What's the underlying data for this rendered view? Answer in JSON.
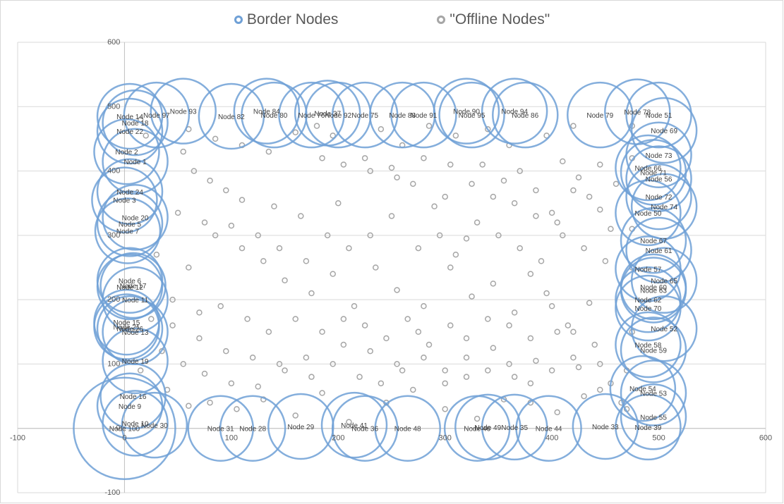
{
  "chart_data": {
    "type": "scatter",
    "xlim": [
      -100,
      600
    ],
    "ylim": [
      -100,
      600
    ],
    "x_ticks": [
      -100,
      0,
      100,
      200,
      300,
      400,
      500,
      600
    ],
    "y_ticks": [
      -100,
      0,
      100,
      200,
      300,
      400,
      500,
      600
    ],
    "grid": "horizontal",
    "legend_position": "top",
    "series": [
      {
        "name": "Border Nodes",
        "color": "#6fa0d6",
        "marker": "large-circle",
        "points": [
          {
            "label": "Node 1",
            "x": 10,
            "y": 415
          },
          {
            "label": "Node 2",
            "x": 2,
            "y": 430
          },
          {
            "label": "Node 3",
            "x": 0,
            "y": 355
          },
          {
            "label": "Node 5",
            "x": 5,
            "y": 318
          },
          {
            "label": "Node 6",
            "x": 5,
            "y": 230
          },
          {
            "label": "Node 7",
            "x": 3,
            "y": 307
          },
          {
            "label": "Node 9",
            "x": 5,
            "y": 35
          },
          {
            "label": "Node 10",
            "x": 10,
            "y": 8
          },
          {
            "label": "Node 11",
            "x": 10,
            "y": 200
          },
          {
            "label": "Node 12",
            "x": 5,
            "y": 220
          },
          {
            "label": "Node 13",
            "x": 10,
            "y": 150
          },
          {
            "label": "Node 14",
            "x": 5,
            "y": 485
          },
          {
            "label": "Node 15",
            "x": 2,
            "y": 165
          },
          {
            "label": "Node 16",
            "x": 8,
            "y": 50
          },
          {
            "label": "Node 17",
            "x": 8,
            "y": 222
          },
          {
            "label": "Node 18",
            "x": 10,
            "y": 475
          },
          {
            "label": "Node 19",
            "x": 10,
            "y": 105
          },
          {
            "label": "Node 20",
            "x": 10,
            "y": 328
          },
          {
            "label": "Node 21",
            "x": 2,
            "y": 158
          },
          {
            "label": "Node 22",
            "x": 5,
            "y": 462
          },
          {
            "label": "Node 24",
            "x": 5,
            "y": 368
          },
          {
            "label": "Node 26",
            "x": 5,
            "y": 155
          },
          {
            "label": "Node 28",
            "x": 120,
            "y": 0
          },
          {
            "label": "Node 29",
            "x": 165,
            "y": 3
          },
          {
            "label": "Node 30",
            "x": 28,
            "y": 5
          },
          {
            "label": "Node 31",
            "x": 90,
            "y": 0
          },
          {
            "label": "Node 33",
            "x": 450,
            "y": 3
          },
          {
            "label": "Node 35",
            "x": 365,
            "y": 2
          },
          {
            "label": "Node 36",
            "x": 225,
            "y": 0
          },
          {
            "label": "Node 37",
            "x": 190,
            "y": 490
          },
          {
            "label": "Node 39",
            "x": 490,
            "y": 2
          },
          {
            "label": "Node 41",
            "x": 215,
            "y": 5
          },
          {
            "label": "Node 44",
            "x": 397,
            "y": 0
          },
          {
            "label": "Node 46",
            "x": 330,
            "y": 0
          },
          {
            "label": "Node 48",
            "x": 265,
            "y": 0
          },
          {
            "label": "Node 49",
            "x": 340,
            "y": 2
          },
          {
            "label": "Node 50",
            "x": 490,
            "y": 335
          },
          {
            "label": "Node 51",
            "x": 500,
            "y": 487
          },
          {
            "label": "Node 52",
            "x": 505,
            "y": 155
          },
          {
            "label": "Node 53",
            "x": 495,
            "y": 55
          },
          {
            "label": "Node 54",
            "x": 485,
            "y": 62
          },
          {
            "label": "Node 55",
            "x": 495,
            "y": 18
          },
          {
            "label": "Node 56",
            "x": 500,
            "y": 388
          },
          {
            "label": "Node 57",
            "x": 490,
            "y": 248
          },
          {
            "label": "Node 58",
            "x": 490,
            "y": 130
          },
          {
            "label": "Node 59",
            "x": 495,
            "y": 122
          },
          {
            "label": "Node 60",
            "x": 495,
            "y": 220
          },
          {
            "label": "Node 61",
            "x": 500,
            "y": 277
          },
          {
            "label": "Node 62",
            "x": 490,
            "y": 200
          },
          {
            "label": "Node 63",
            "x": 495,
            "y": 215
          },
          {
            "label": "Node 65",
            "x": 505,
            "y": 230
          },
          {
            "label": "Node 66",
            "x": 490,
            "y": 405
          },
          {
            "label": "Node 67",
            "x": 495,
            "y": 292
          },
          {
            "label": "Node 69",
            "x": 505,
            "y": 463
          },
          {
            "label": "Node 70",
            "x": 490,
            "y": 187
          },
          {
            "label": "Node 71",
            "x": 495,
            "y": 398
          },
          {
            "label": "Node 72",
            "x": 500,
            "y": 360
          },
          {
            "label": "Node 73",
            "x": 500,
            "y": 425
          },
          {
            "label": "Node 74",
            "x": 505,
            "y": 345
          },
          {
            "label": "Node 75",
            "x": 225,
            "y": 487
          },
          {
            "label": "Node 76",
            "x": 175,
            "y": 487
          },
          {
            "label": "Node 78",
            "x": 480,
            "y": 492
          },
          {
            "label": "Node 79",
            "x": 445,
            "y": 487
          },
          {
            "label": "Node 80",
            "x": 140,
            "y": 487
          },
          {
            "label": "Node 82",
            "x": 100,
            "y": 485
          },
          {
            "label": "Node 84",
            "x": 133,
            "y": 493
          },
          {
            "label": "Node 86",
            "x": 375,
            "y": 487
          },
          {
            "label": "Node 88",
            "x": 260,
            "y": 487
          },
          {
            "label": "Node 90",
            "x": 320,
            "y": 493
          },
          {
            "label": "Node 91",
            "x": 280,
            "y": 487
          },
          {
            "label": "Node 92",
            "x": 200,
            "y": 487
          },
          {
            "label": "Node 93",
            "x": 55,
            "y": 493
          },
          {
            "label": "Node 94",
            "x": 365,
            "y": 493
          },
          {
            "label": "Node 95",
            "x": 325,
            "y": 487
          },
          {
            "label": "Node 97",
            "x": 30,
            "y": 487
          },
          {
            "label": "Node 100",
            "x": 0,
            "y": 0
          }
        ]
      },
      {
        "name": "\"Offline Nodes\"",
        "color": "#a6a6a6",
        "marker": "small-circle",
        "points": [
          [
            20,
            455
          ],
          [
            55,
            430
          ],
          [
            65,
            400
          ],
          [
            80,
            385
          ],
          [
            95,
            370
          ],
          [
            110,
            355
          ],
          [
            140,
            345
          ],
          [
            165,
            330
          ],
          [
            200,
            350
          ],
          [
            225,
            420
          ],
          [
            250,
            405
          ],
          [
            270,
            380
          ],
          [
            290,
            345
          ],
          [
            300,
            360
          ],
          [
            320,
            295
          ],
          [
            335,
            410
          ],
          [
            355,
            385
          ],
          [
            370,
            400
          ],
          [
            385,
            370
          ],
          [
            400,
            335
          ],
          [
            410,
            415
          ],
          [
            420,
            370
          ],
          [
            435,
            360
          ],
          [
            445,
            340
          ],
          [
            455,
            310
          ],
          [
            30,
            270
          ],
          [
            60,
            250
          ],
          [
            85,
            300
          ],
          [
            110,
            280
          ],
          [
            130,
            260
          ],
          [
            150,
            230
          ],
          [
            175,
            210
          ],
          [
            195,
            240
          ],
          [
            215,
            190
          ],
          [
            235,
            250
          ],
          [
            255,
            215
          ],
          [
            280,
            190
          ],
          [
            305,
            250
          ],
          [
            325,
            205
          ],
          [
            345,
            225
          ],
          [
            365,
            180
          ],
          [
            380,
            240
          ],
          [
            395,
            210
          ],
          [
            415,
            160
          ],
          [
            435,
            195
          ],
          [
            25,
            170
          ],
          [
            45,
            160
          ],
          [
            70,
            140
          ],
          [
            95,
            120
          ],
          [
            120,
            110
          ],
          [
            150,
            90
          ],
          [
            175,
            80
          ],
          [
            205,
            130
          ],
          [
            230,
            120
          ],
          [
            255,
            100
          ],
          [
            275,
            150
          ],
          [
            300,
            90
          ],
          [
            320,
            110
          ],
          [
            345,
            125
          ],
          [
            365,
            80
          ],
          [
            385,
            105
          ],
          [
            405,
            150
          ],
          [
            425,
            95
          ],
          [
            445,
            60
          ],
          [
            40,
            60
          ],
          [
            60,
            35
          ],
          [
            80,
            40
          ],
          [
            105,
            30
          ],
          [
            130,
            45
          ],
          [
            160,
            20
          ],
          [
            185,
            55
          ],
          [
            210,
            10
          ],
          [
            245,
            40
          ],
          [
            270,
            60
          ],
          [
            300,
            30
          ],
          [
            330,
            15
          ],
          [
            355,
            45
          ],
          [
            380,
            40
          ],
          [
            405,
            25
          ],
          [
            430,
            50
          ],
          [
            455,
            70
          ],
          [
            470,
            30
          ],
          [
            15,
            480
          ],
          [
            15,
            90
          ],
          [
            475,
            470
          ],
          [
            475,
            420
          ],
          [
            475,
            310
          ],
          [
            475,
            250
          ],
          [
            475,
            150
          ],
          [
            470,
            90
          ],
          [
            465,
            40
          ],
          [
            180,
            470
          ],
          [
            195,
            455
          ],
          [
            240,
            465
          ],
          [
            260,
            440
          ],
          [
            285,
            470
          ],
          [
            310,
            455
          ],
          [
            340,
            465
          ],
          [
            360,
            440
          ],
          [
            395,
            455
          ],
          [
            420,
            470
          ],
          [
            50,
            335
          ],
          [
            75,
            320
          ],
          [
            100,
            315
          ],
          [
            125,
            300
          ],
          [
            145,
            280
          ],
          [
            170,
            260
          ],
          [
            190,
            300
          ],
          [
            210,
            280
          ],
          [
            230,
            300
          ],
          [
            250,
            330
          ],
          [
            275,
            280
          ],
          [
            295,
            300
          ],
          [
            310,
            270
          ],
          [
            330,
            320
          ],
          [
            350,
            300
          ],
          [
            370,
            280
          ],
          [
            390,
            260
          ],
          [
            410,
            300
          ],
          [
            430,
            280
          ],
          [
            450,
            260
          ],
          [
            45,
            200
          ],
          [
            70,
            180
          ],
          [
            90,
            190
          ],
          [
            115,
            170
          ],
          [
            135,
            150
          ],
          [
            160,
            170
          ],
          [
            185,
            150
          ],
          [
            205,
            170
          ],
          [
            225,
            160
          ],
          [
            245,
            140
          ],
          [
            265,
            170
          ],
          [
            285,
            130
          ],
          [
            305,
            160
          ],
          [
            320,
            140
          ],
          [
            340,
            170
          ],
          [
            360,
            160
          ],
          [
            380,
            140
          ],
          [
            400,
            190
          ],
          [
            420,
            150
          ],
          [
            440,
            130
          ],
          [
            35,
            120
          ],
          [
            55,
            100
          ],
          [
            75,
            85
          ],
          [
            100,
            70
          ],
          [
            125,
            65
          ],
          [
            145,
            100
          ],
          [
            170,
            110
          ],
          [
            195,
            100
          ],
          [
            220,
            80
          ],
          [
            240,
            70
          ],
          [
            260,
            90
          ],
          [
            280,
            110
          ],
          [
            300,
            70
          ],
          [
            320,
            80
          ],
          [
            340,
            90
          ],
          [
            360,
            100
          ],
          [
            380,
            70
          ],
          [
            400,
            90
          ],
          [
            420,
            110
          ],
          [
            445,
            100
          ],
          [
            60,
            465
          ],
          [
            85,
            450
          ],
          [
            110,
            440
          ],
          [
            135,
            430
          ],
          [
            160,
            460
          ],
          [
            185,
            420
          ],
          [
            205,
            410
          ],
          [
            230,
            400
          ],
          [
            255,
            390
          ],
          [
            280,
            420
          ],
          [
            305,
            410
          ],
          [
            325,
            380
          ],
          [
            345,
            360
          ],
          [
            365,
            350
          ],
          [
            385,
            330
          ],
          [
            405,
            320
          ],
          [
            425,
            390
          ],
          [
            445,
            410
          ],
          [
            460,
            380
          ]
        ]
      }
    ]
  }
}
